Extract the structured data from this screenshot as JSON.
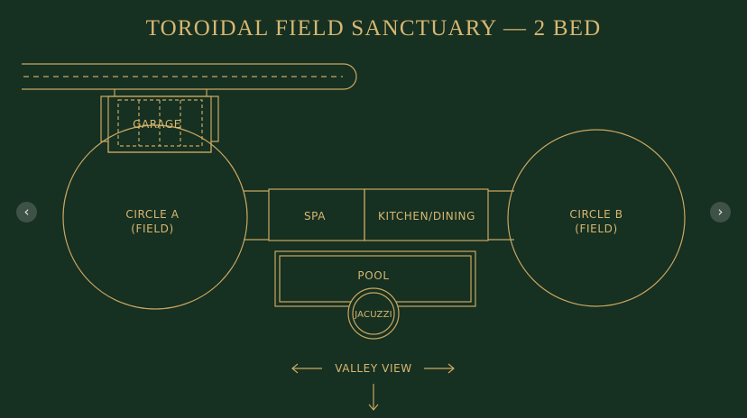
{
  "title": "TOROIDAL FIELD SANCTUARY — 2 BED",
  "colors": {
    "background": "#163021",
    "line": "#c9a862",
    "text": "#d7b772"
  },
  "rooms": {
    "garage": "GARAGE",
    "circle_a": [
      "CIRCLE A",
      "(FIELD)"
    ],
    "circle_b": [
      "CIRCLE B",
      "(FIELD)"
    ],
    "spa": "SPA",
    "kitchen": "KITCHEN/DINING",
    "pool": "POOL",
    "jacuzzi": "JACUZZI"
  },
  "view_label": "VALLEY VIEW",
  "nav": {
    "prev_icon": "‹",
    "next_icon": "›"
  }
}
